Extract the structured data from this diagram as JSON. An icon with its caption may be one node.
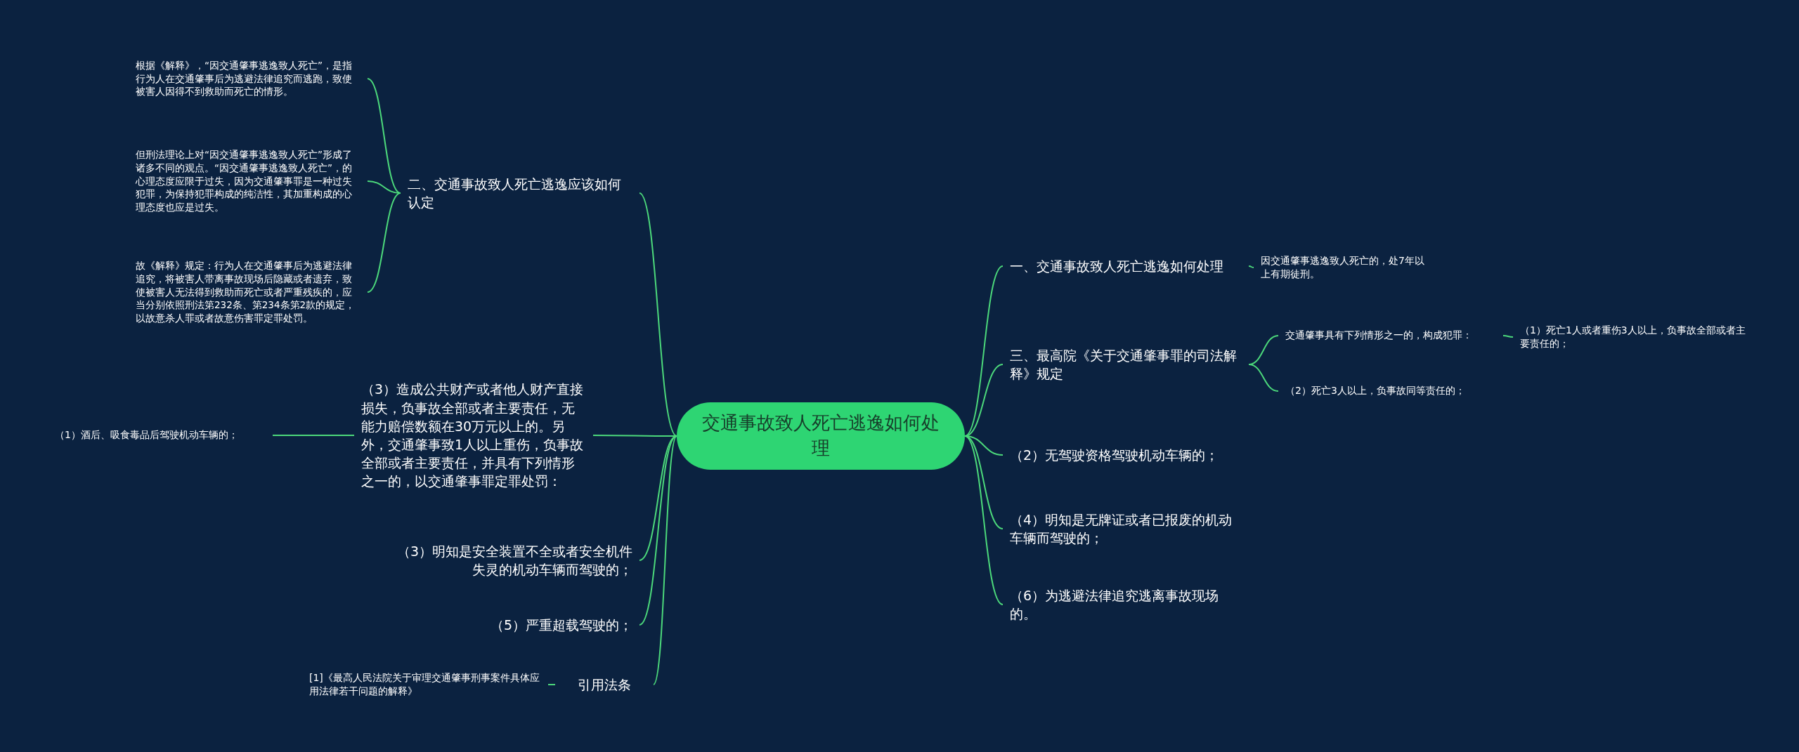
{
  "diagram": {
    "nodes": [
      {
        "text": [
          "交通事故致人死亡逃逸如何处理"
        ]
      },
      {
        "text": [
          "二、交通事故致人死亡逃逸应该如何认定"
        ]
      },
      {
        "text": [
          "根据《解释》，“因交通肇事逃逸致人死亡”，是指行为人在交通肇事后为逃避法律追究而逃跑，致使被害人因得不到救助而死亡的情形。"
        ]
      },
      {
        "text": [
          "但刑法理论上对“因交通肇事逃逸致人死亡”形成了诸多不同的观点。“因交通肇事逃逸致人死亡”，的心理态度应限于过失，因为交通肇事罪是一种过失犯罪，为保持犯罪构成的纯洁性，其加重构成的心理态度也应是过失。"
        ]
      },
      {
        "text": [
          "故《解释》规定：行为人在交通肇事后为逃避法律追究，将被害人带离事故现场后隐藏或者遗弃，致使被害人无法得到救助而死亡或者严重残疾的，应当分别依照刑法第232条、第234条第2款的规定，以故意杀人罪或者故意伤害罪定罪处罚。"
        ]
      },
      {
        "text": [
          "（3）造成公共财产或者他人财产直接损失，负事故全部或者主要责任，无能力赔偿数额在30万元以上的。另外，交通肇事致1人以上重伤，负事故全部或者主要责任，并具有下列情形之一的，以交通肇事罪定罪处罚："
        ]
      },
      {
        "text": [
          "（1）酒后、吸食毒品后驾驶机动车辆的；"
        ]
      },
      {
        "text": [
          "（3）明知是安全装置不全或者安全机件失灵的机动车辆而驾驶的；"
        ]
      },
      {
        "text": [
          "（5）严重超载驾驶的；"
        ]
      },
      {
        "text": [
          "引用法条"
        ]
      },
      {
        "text": [
          "[1]《最高人民法院关于审理交通肇事刑事案件具体应用法律若干问题的解释》"
        ]
      },
      {
        "text": [
          "一、交通事故致人死亡逃逸如何处理"
        ]
      },
      {
        "text": [
          "因交通肇事逃逸致人死亡的，处7年以上有期徒刑。"
        ]
      },
      {
        "text": [
          "三、最高院《关于交通肇事罪的司法解释》规定"
        ]
      },
      {
        "text": [
          "交通肇事具有下列情形之一的，构成犯罪："
        ]
      },
      {
        "text": [
          "（1）死亡1人或者重伤3人以上，负事故全部或者主要责任的；"
        ]
      },
      {
        "text": [
          "（2）死亡3人以上，负事故同等责任的；"
        ]
      },
      {
        "text": [
          "（2）无驾驶资格驾驶机动车辆的；"
        ]
      },
      {
        "text": [
          "（4）明知是无牌证或者已报废的机动车辆而驾驶的；"
        ]
      },
      {
        "text": [
          "（6）为逃避法律追究逃离事故现场的。"
        ]
      }
    ],
    "edges": [
      {
        "from": 0,
        "to": 1,
        "arrow": "none"
      },
      {
        "from": 0,
        "to": 5,
        "arrow": "none"
      },
      {
        "from": 0,
        "to": 7,
        "arrow": "none"
      },
      {
        "from": 0,
        "to": 8,
        "arrow": "none"
      },
      {
        "from": 0,
        "to": 9,
        "arrow": "none"
      },
      {
        "from": 0,
        "to": 11,
        "arrow": "none"
      },
      {
        "from": 0,
        "to": 13,
        "arrow": "none"
      },
      {
        "from": 0,
        "to": 17,
        "arrow": "none"
      },
      {
        "from": 0,
        "to": 18,
        "arrow": "none"
      },
      {
        "from": 0,
        "to": 19,
        "arrow": "none"
      },
      {
        "from": 1,
        "to": 2,
        "arrow": "none"
      },
      {
        "from": 1,
        "to": 3,
        "arrow": "none"
      },
      {
        "from": 1,
        "to": 4,
        "arrow": "none"
      },
      {
        "from": 5,
        "to": 6,
        "arrow": "none"
      },
      {
        "from": 9,
        "to": 10,
        "arrow": "none"
      },
      {
        "from": 11,
        "to": 12,
        "arrow": "none"
      },
      {
        "from": 13,
        "to": 14,
        "arrow": "none"
      },
      {
        "from": 13,
        "to": 16,
        "arrow": "none"
      },
      {
        "from": 14,
        "to": 15,
        "arrow": "none"
      }
    ]
  }
}
